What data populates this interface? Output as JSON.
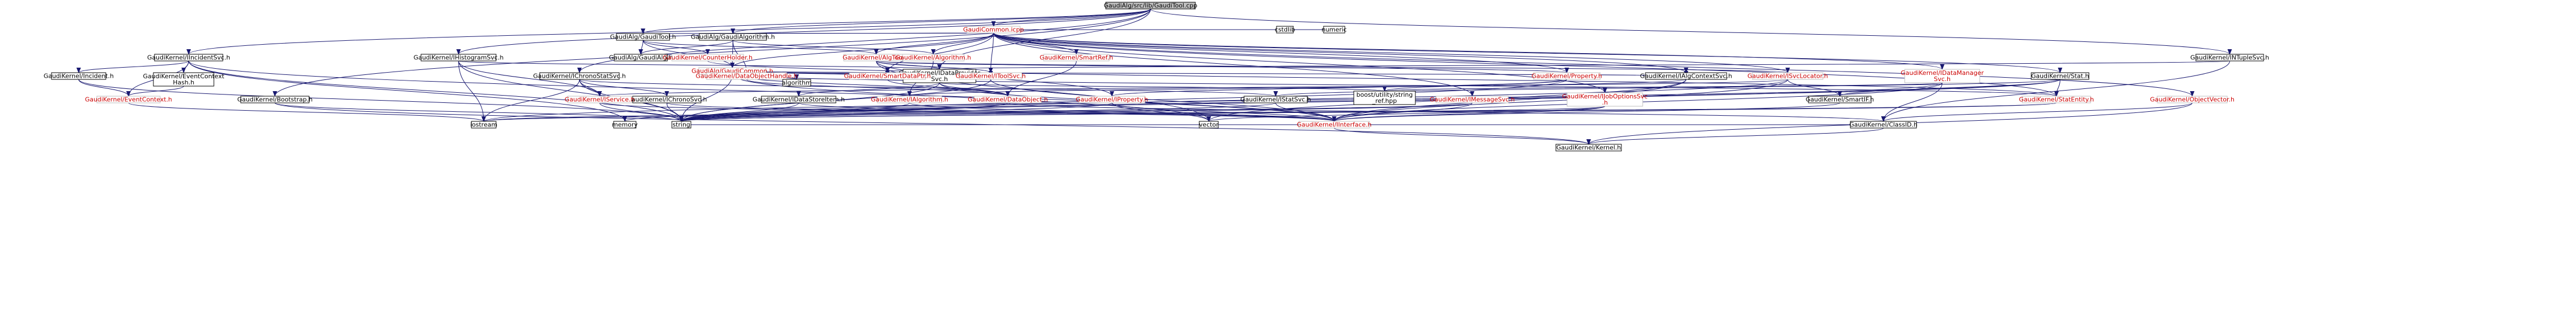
{
  "diagram": {
    "type": "include-dependency-graph",
    "colors": {
      "edge": "#191970",
      "node_border": "#000000",
      "node_border_missing": "#bfbfbf",
      "root_fill": "#bfbfbf",
      "missing_doc_text": "#cc0000"
    },
    "nodes": {
      "root": {
        "label": "GaudiAlg/src/lib/GaudiTool.cpp",
        "documented": true
      },
      "gaudicommon_icpp": {
        "label": "GaudiCommon.icpp",
        "documented": false
      },
      "gaudialg_gaudialg": {
        "label": "GaudiAlg/GaudiAlg.h",
        "documented": true
      },
      "gaudialg_gaudialgorithm": {
        "label": "GaudiAlg/GaudiAlgorithm.h",
        "documented": true
      },
      "gaudialg_gaudicommon": {
        "label": "GaudiAlg/GaudiCommon.h",
        "documented": false
      },
      "gaudialg_gauditool": {
        "label": "GaudiAlg/GaudiTool.h",
        "documented": true
      },
      "gaudikernel_algtool": {
        "label": "GaudiKernel/AlgTool.h",
        "documented": false
      },
      "gaudikernel_algorithm": {
        "label": "GaudiKernel/Algorithm.h",
        "documented": false
      },
      "gaudikernel_bootstrap": {
        "label": "GaudiKernel/Bootstrap.h",
        "documented": true
      },
      "gaudikernel_classid": {
        "label": "GaudiKernel/ClassID.h",
        "documented": true
      },
      "gaudikernel_counterholder": {
        "label": "GaudiKernel/CounterHolder.h",
        "documented": false
      },
      "gaudikernel_dataobject": {
        "label": "GaudiKernel/DataObject.h",
        "documented": false
      },
      "gaudikernel_dataobjecthandle": {
        "label": "GaudiKernel/DataObjectHandle.h",
        "documented": false
      },
      "gaudikernel_eventcontext": {
        "label": "GaudiKernel/EventContext.h",
        "documented": false
      },
      "gaudikernel_eventcontexthash": {
        "label": [
          "GaudiKernel/EventContext",
          "Hash.h"
        ],
        "documented": true
      },
      "gaudikernel_ialgcontextsvc": {
        "label": "GaudiKernel/IAlgContextSvc.h",
        "documented": true
      },
      "gaudikernel_ialgorithm": {
        "label": "GaudiKernel/IAlgorithm.h",
        "documented": false
      },
      "gaudikernel_ichronostatsvc": {
        "label": "GaudiKernel/IChronoStatSvc.h",
        "documented": true
      },
      "gaudikernel_ichronosvc": {
        "label": "GaudiKernel/IChronoSvc.h",
        "documented": true
      },
      "gaudikernel_idataprovidersvc": {
        "label": [
          "GaudiKernel/IDataProvider",
          "Svc.h"
        ],
        "documented": true
      },
      "gaudikernel_idatastorelem": {
        "label": "GaudiKernel/IDataStoreItem.h",
        "documented": true
      },
      "gaudikernel_idatamanagersvc": {
        "label": [
          "GaudiKernel/IDataManager",
          "Svc.h"
        ],
        "documented": false
      },
      "gaudikernel_ihistogramsvc": {
        "label": "GaudiKernel/IHistogramSvc.h",
        "documented": true
      },
      "gaudikernel_iincident": {
        "label": "GaudiKernel/Incident.h",
        "documented": true
      },
      "gaudikernel_iincidentsvc": {
        "label": "GaudiKernel/IIncidentSvc.h",
        "documented": true
      },
      "gaudikernel_iinterface": {
        "label": "GaudiKernel/IInterface.h",
        "documented": false
      },
      "gaudikernel_imessagesvc": {
        "label": "GaudiKernel/IMessageSvc.h",
        "documented": false
      },
      "gaudikernel_intuplesvc": {
        "label": "GaudiKernel/INTupleSvc.h",
        "documented": true
      },
      "gaudikernel_iproperty": {
        "label": "GaudiKernel/IProperty.h",
        "documented": false
      },
      "gaudikernel_iservice": {
        "label": "GaudiKernel/IService.h",
        "documented": false
      },
      "gaudikernel_istatsvc": {
        "label": "GaudiKernel/IStatSvc.h",
        "documented": true
      },
      "gaudikernel_isvclocator": {
        "label": "GaudiKernel/ISvcLocator.h",
        "documented": false
      },
      "gaudikernel_itoolsvc": {
        "label": "GaudiKernel/IToolSvc.h",
        "documented": false
      },
      "gaudikernel_iuseoptionssvc": {
        "label": [
          "GaudiKernel/IJobOptionsSvc",
          ".h"
        ],
        "documented": false
      },
      "gaudikernel_kernel": {
        "label": "GaudiKernel/Kernel.h",
        "documented": true
      },
      "gaudikernel_objectvector": {
        "label": "GaudiKernel/ObjectVector.h",
        "documented": false
      },
      "gaudikernel_property": {
        "label": "GaudiKernel/Property.h",
        "documented": false
      },
      "gaudikernel_smartdataptr": {
        "label": "GaudiKernel/SmartDataPtr.h",
        "documented": false
      },
      "gaudikernel_smartif": {
        "label": "GaudiKernel/SmartIF.h",
        "documented": true
      },
      "gaudikernel_smartref": {
        "label": "GaudiKernel/SmartRef.h",
        "documented": false
      },
      "gaudikernel_stat": {
        "label": "GaudiKernel/Stat.h",
        "documented": true
      },
      "gaudikernel_statentity": {
        "label": "GaudiKernel/StatEntity.h",
        "documented": false
      },
      "boost_utility": {
        "label": [
          "boost/utility/string",
          "_ref.hpp"
        ],
        "documented": true
      },
      "algorithm": {
        "label": "algorithm",
        "documented": true
      },
      "cstdlib": {
        "label": "cstdlib",
        "documented": true
      },
      "iostream": {
        "label": "iostream",
        "documented": true
      },
      "memory": {
        "label": "memory",
        "documented": true
      },
      "numeric": {
        "label": "numeric",
        "documented": true
      },
      "string": {
        "label": "string",
        "documented": true
      },
      "vector": {
        "label": "vector",
        "documented": true
      }
    }
  }
}
